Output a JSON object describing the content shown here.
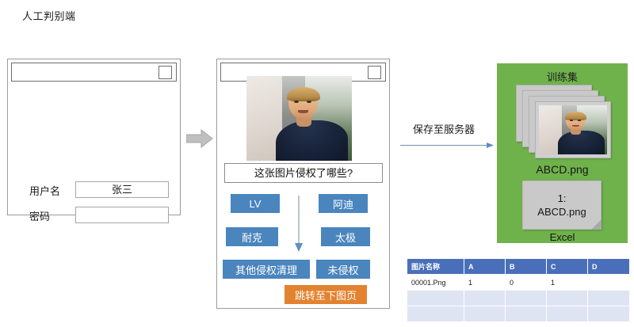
{
  "diagram": {
    "title": "人工判别端"
  },
  "login_window": {
    "titlebar_button": "window-control",
    "fields": [
      {
        "label": "用户名",
        "value": "张三",
        "placeholder": ""
      },
      {
        "label": "密码",
        "value": "",
        "placeholder": ""
      }
    ]
  },
  "flow": {
    "arrow1": "block-arrow-right",
    "save_label": "保存至服务器",
    "save_arrow": "thin-arrow-right"
  },
  "labeller_window": {
    "titlebar_button": "window-control",
    "photo_alt": "sample-photo",
    "question": "这张图片侵权了哪些?",
    "down_arrow": "down-arrow",
    "tag_buttons": [
      {
        "label": "LV"
      },
      {
        "label": "阿迪"
      },
      {
        "label": "耐克"
      },
      {
        "label": "太极"
      },
      {
        "label": "其他侵权清理"
      },
      {
        "label": "未侵权"
      }
    ],
    "next_button": {
      "label": "跳转至下图页"
    }
  },
  "training_panel": {
    "title": "训练集",
    "image_stack_label": "ABCD.png",
    "excel_card_line1": "1:",
    "excel_card_line2": "ABCD.png",
    "excel_label": "Excel"
  },
  "result_table": {
    "headers": [
      "图片名称",
      "A",
      "B",
      "C",
      "D"
    ],
    "rows": [
      [
        "00001.Png",
        "1",
        "0",
        "1",
        ""
      ],
      [
        "",
        "",
        "",
        "",
        ""
      ],
      [
        "",
        "",
        "",
        "",
        ""
      ]
    ]
  },
  "colors": {
    "tag_blue": "#4a85be",
    "next_orange": "#e3822f",
    "panel_green": "#6fb24b",
    "table_header_blue": "#4a6fba",
    "table_row_tint": "#dfe4f3",
    "arrow_grey": "#bfbfbf"
  }
}
